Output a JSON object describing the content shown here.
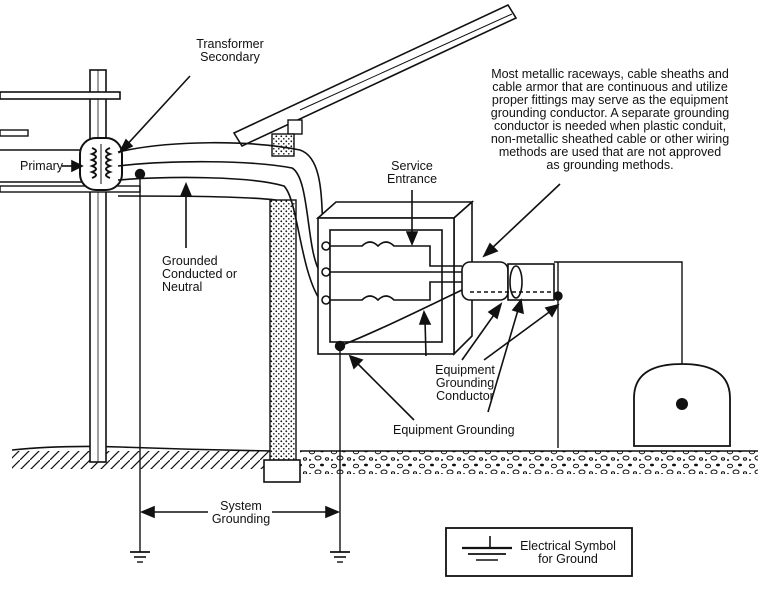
{
  "labels": {
    "transformer_secondary": "Transformer\nSecondary",
    "primary": "Primary",
    "note": "Most metallic raceways, cable sheaths and\ncable armor that are continuous and utilize\nproper fittings may serve as the equipment\ngrounding conductor. A separate grounding\nconductor is needed when plastic conduit,\nnon-metallic sheathed cable or other wiring\nmethods are used that are not approved\nas grounding methods.",
    "service_entrance": "Service\nEntrance",
    "grounded_conductor": "Grounded\nConducted or\nNeutral",
    "equipment_grounding_conductor": "Equipment\nGrounding\nConductor",
    "equipment_grounding": "Equipment Grounding",
    "system_grounding": "System\nGrounding",
    "legend": "Electrical Symbol\nfor Ground"
  },
  "colors": {
    "ink": "#111111",
    "paper": "#ffffff"
  }
}
